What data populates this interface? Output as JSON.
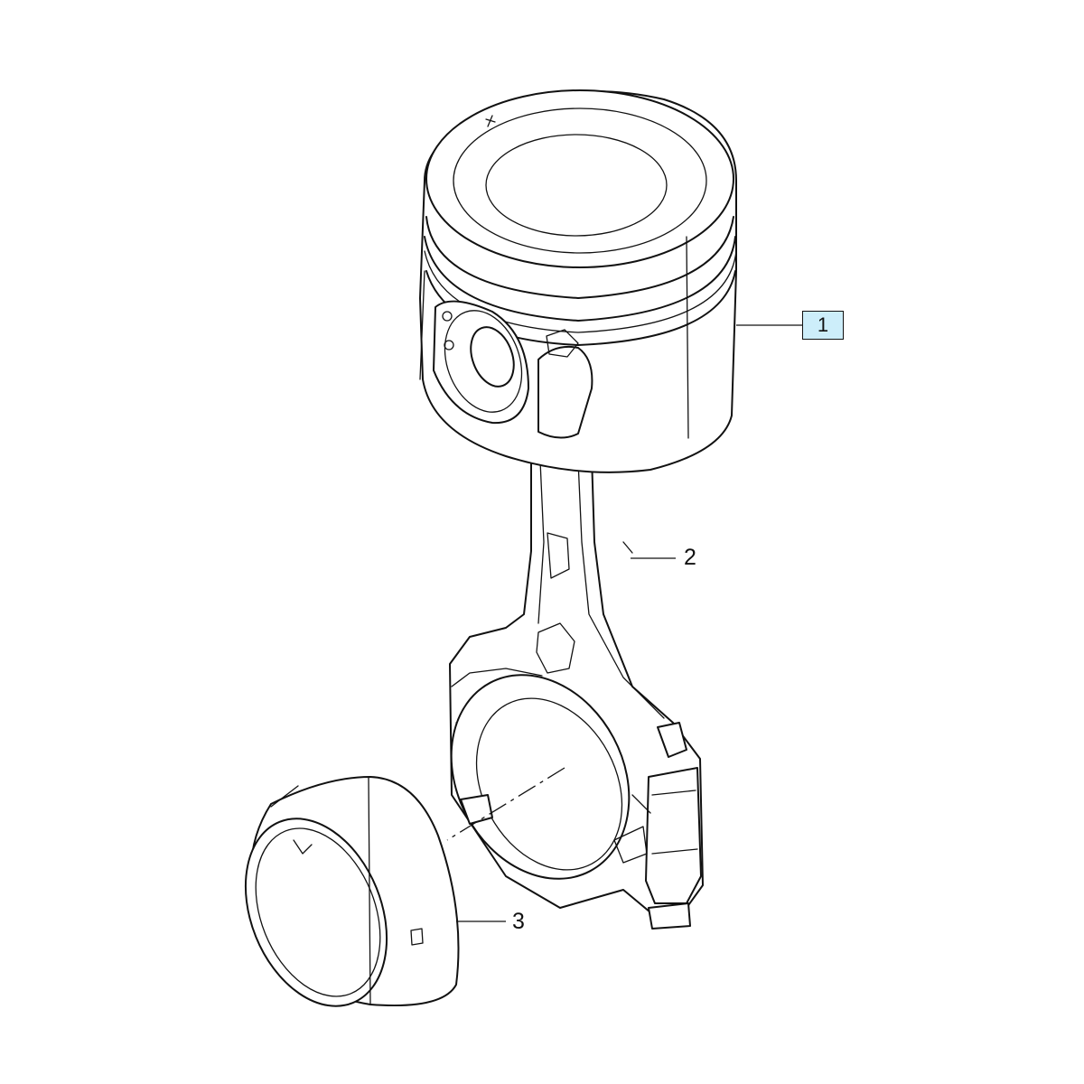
{
  "callouts": [
    {
      "id": "piston",
      "label": "1",
      "highlighted": true
    },
    {
      "id": "connecting-rod",
      "label": "2",
      "highlighted": false
    },
    {
      "id": "bearing-shell",
      "label": "3",
      "highlighted": false
    }
  ],
  "colors": {
    "line": "#111111",
    "background": "#ffffff",
    "highlight_fill": "#cdeefa"
  }
}
